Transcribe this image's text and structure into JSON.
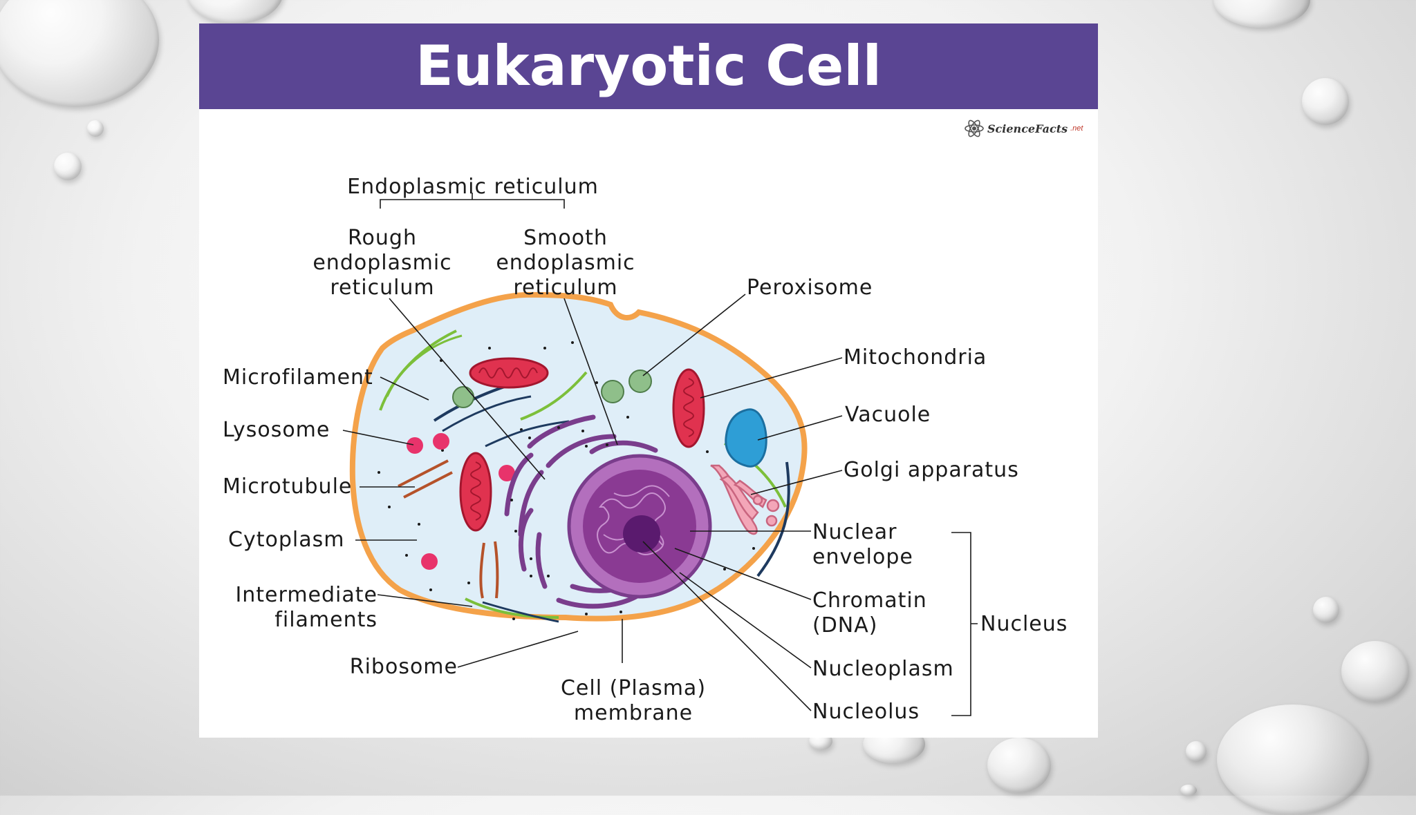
{
  "title": "Eukaryotic Cell",
  "logo": {
    "text": "ScienceFacts",
    "suffix": ".net"
  },
  "labels": {
    "endoplasmic_reticulum": "Endoplasmic reticulum",
    "rough_er": [
      "Rough",
      "endoplasmic",
      "reticulum"
    ],
    "smooth_er": [
      "Smooth",
      "endoplasmic",
      "reticulum"
    ],
    "peroxisome": "Peroxisome",
    "mitochondria": "Mitochondria",
    "vacuole": "Vacuole",
    "golgi": "Golgi apparatus",
    "microfilament": "Microfilament",
    "lysosome": "Lysosome",
    "microtubule": "Microtubule",
    "cytoplasm": "Cytoplasm",
    "intermediate_filaments": [
      "Intermediate",
      "filaments"
    ],
    "ribosome": "Ribosome",
    "plasma_membrane": [
      "Cell (Plasma)",
      "membrane"
    ],
    "nuclear_envelope": [
      "Nuclear",
      "envelope"
    ],
    "chromatin": [
      "Chromatin",
      "(DNA)"
    ],
    "nucleoplasm": "Nucleoplasm",
    "nucleolus": "Nucleolus",
    "nucleus": "Nucleus"
  },
  "colors": {
    "banner": "#5a4593",
    "membrane": "#f4a24a",
    "cytoplasm": "#dfeef8",
    "mitochondria": "#e0324f",
    "lysosome": "#e8336b",
    "peroxisome": "#8fbf8a",
    "vacuole": "#2e9ed6",
    "golgi": "#f3a6b8",
    "nucleus": "#8a3a93",
    "nucleolus": "#5a1a6e",
    "er": "#7a3d8c",
    "filament_green": "#7cbf3a",
    "microtubule": "#b5522a"
  }
}
